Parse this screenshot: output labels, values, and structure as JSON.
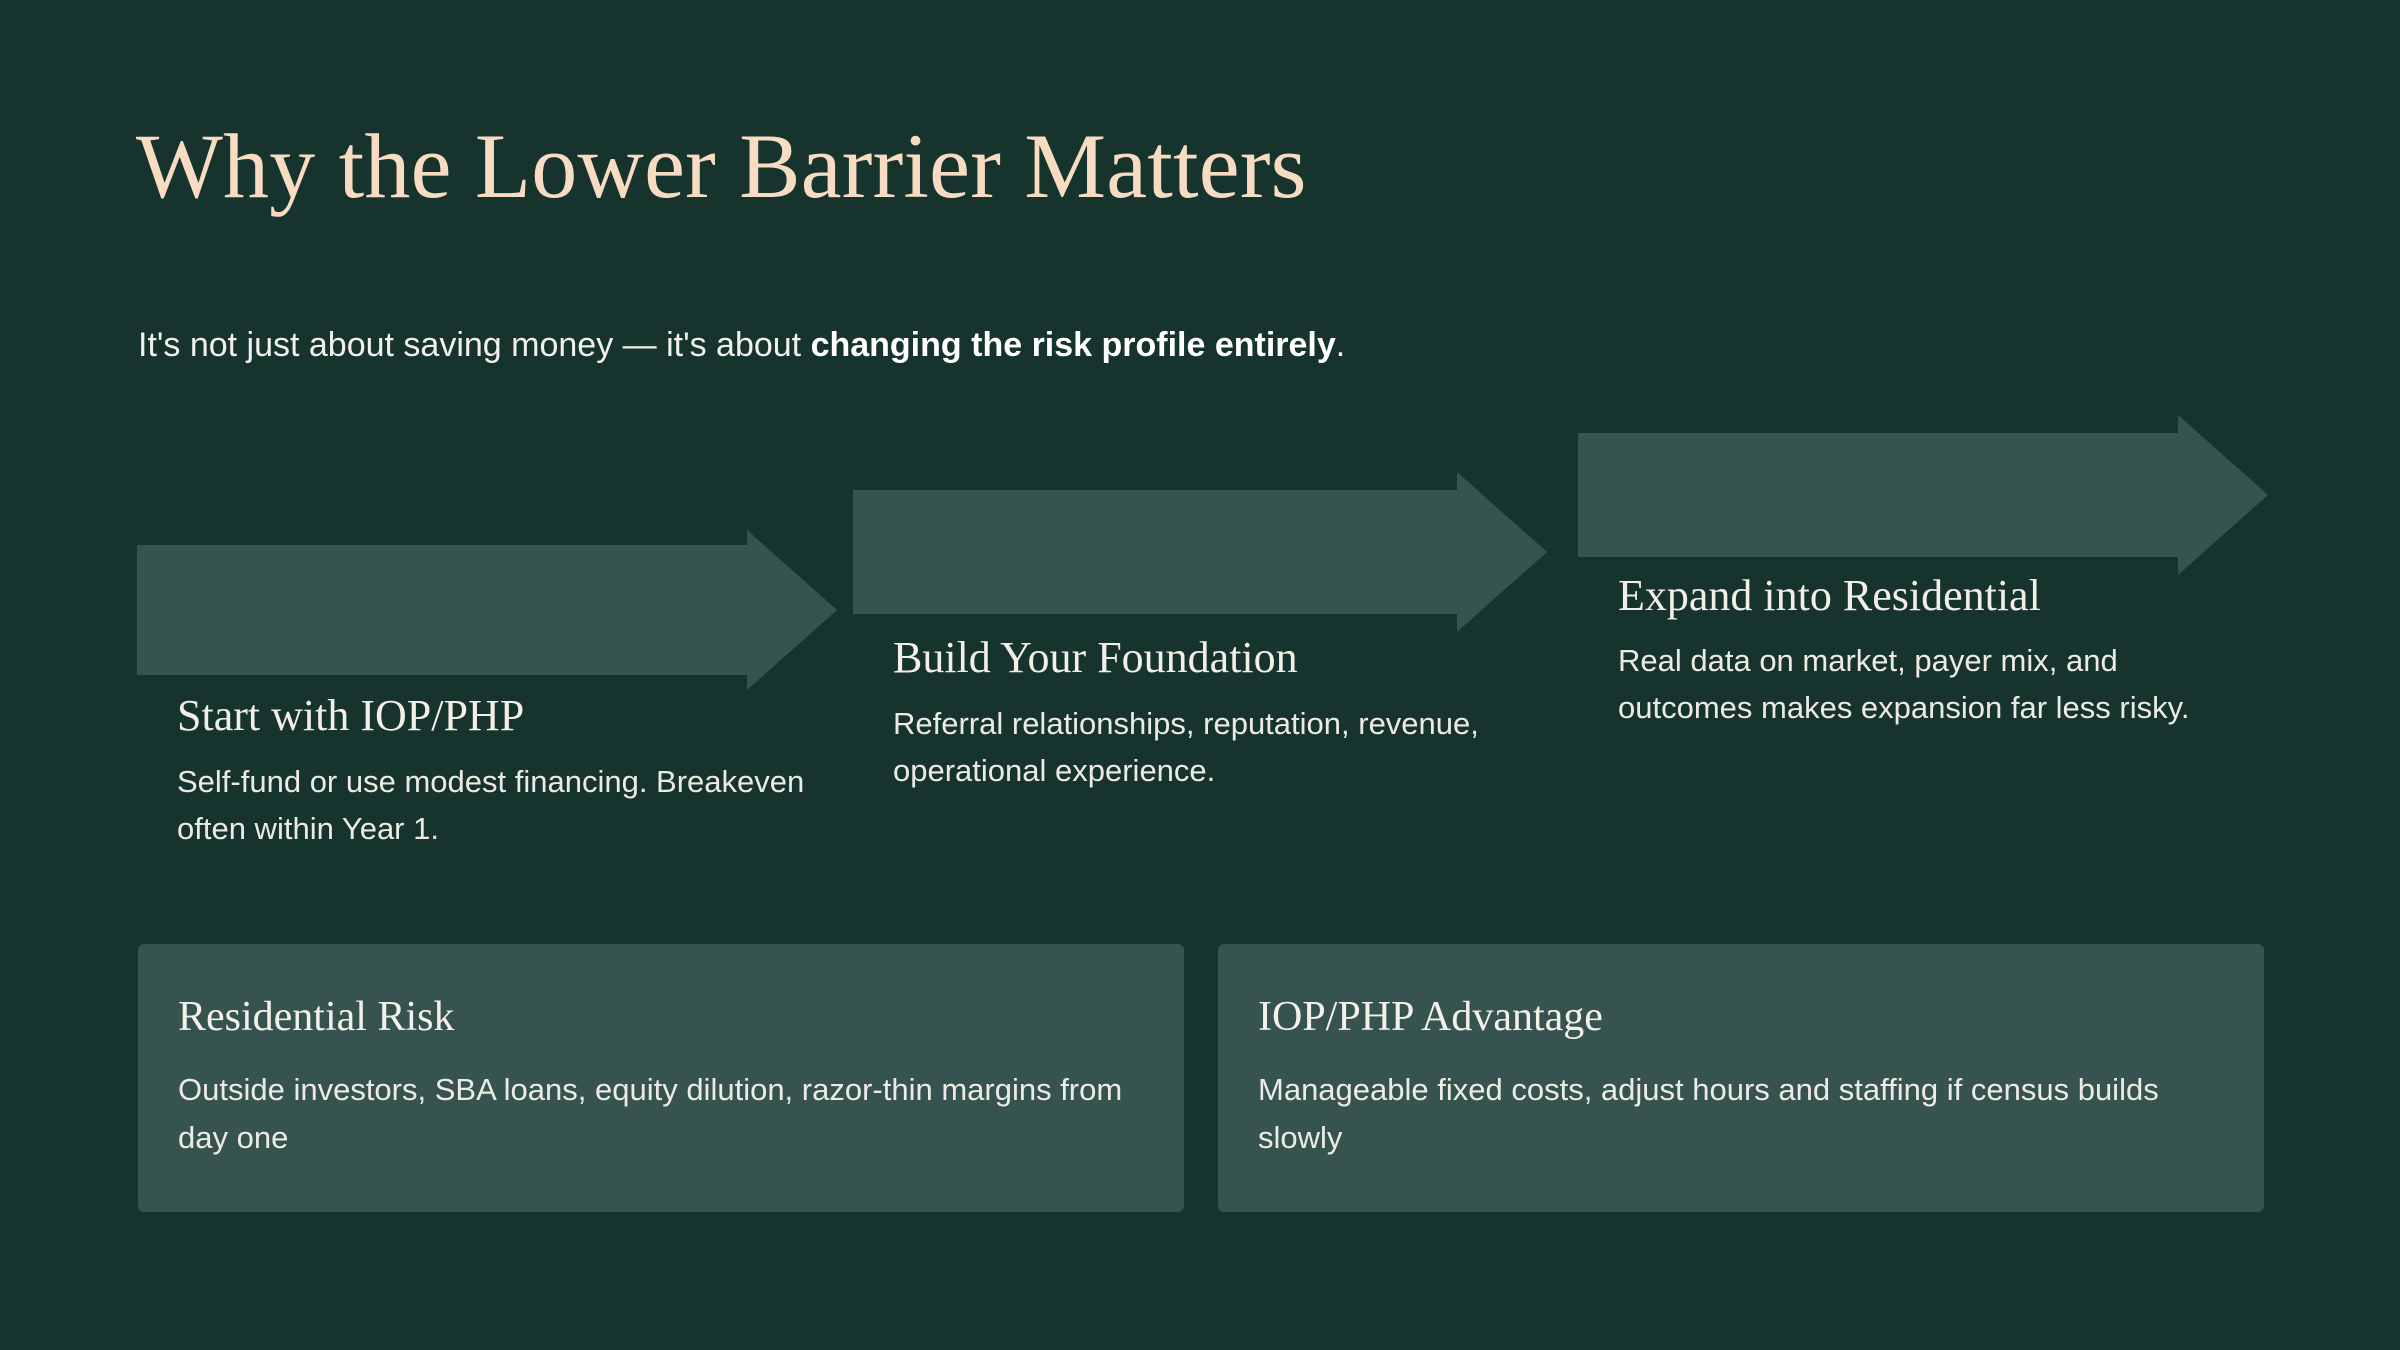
{
  "theme": {
    "background": "#16332e",
    "accent_title": "#f8dcc2",
    "arrow_fill": "#36534f",
    "card_fill": "#36534f",
    "text_primary": "#f3efe7",
    "text_body": "#eceae3"
  },
  "header": {
    "title": "Why the Lower Barrier Matters",
    "subtitle_lead": "It's not just about saving money — it's about ",
    "subtitle_strong": "changing the risk profile entirely",
    "subtitle_tail": "."
  },
  "steps": [
    {
      "heading": "Start with IOP/PHP",
      "body": "Self-fund or use modest financing. Breakeven often within Year 1.",
      "arrow_name": "progress-arrow-1"
    },
    {
      "heading": "Build Your Foundation",
      "body": "Referral relationships, reputation, revenue, operational experience.",
      "arrow_name": "progress-arrow-2"
    },
    {
      "heading": "Expand into Residential",
      "body": "Real data on market, payer mix, and outcomes makes expansion far less risky.",
      "arrow_name": "progress-arrow-3"
    }
  ],
  "cards": [
    {
      "heading": "Residential Risk",
      "body": "Outside investors, SBA loans, equity dilution, razor-thin margins from day one"
    },
    {
      "heading": "IOP/PHP Advantage",
      "body": "Manageable fixed costs, adjust hours and staffing if census builds slowly"
    }
  ]
}
